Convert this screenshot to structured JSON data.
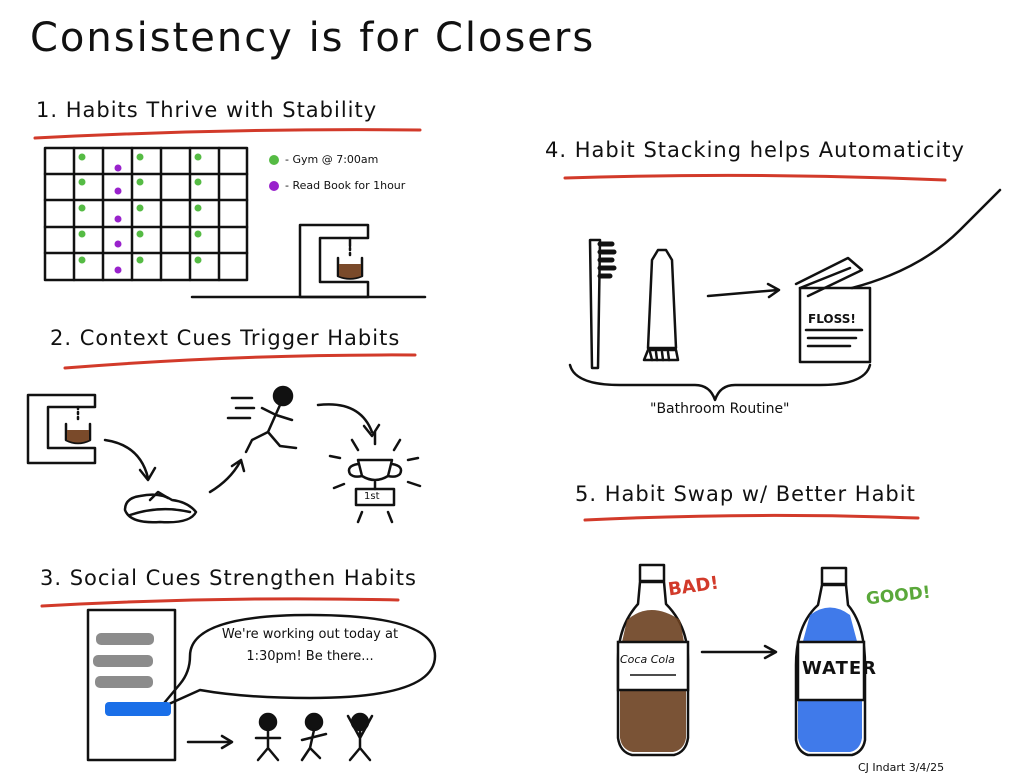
{
  "title": "Consistency is for Closers",
  "sections": {
    "s1": {
      "heading": "1. Habits Thrive with Stability",
      "legend": [
        {
          "label": "- Gym @ 7:00am",
          "color": "#55bb44"
        },
        {
          "label": "- Read Book for 1hour",
          "color": "#9922cc"
        }
      ],
      "calendar": {
        "rows": 5,
        "cols": 7
      }
    },
    "s2": {
      "heading": "2. Context Cues Trigger Habits",
      "trophy_label": "1st"
    },
    "s3": {
      "heading": "3. Social Cues Strengthen Habits",
      "bubble": "We're working out today at 1:30pm! Be there..."
    },
    "s4": {
      "heading": "4. Habit Stacking helps Automaticity",
      "floss_label": "FLOSS!",
      "brace_caption": "\"Bathroom Routine\""
    },
    "s5": {
      "heading": "5. Habit Swap w/ Better Habit",
      "bad_label": "BAD!",
      "good_label": "GOOD!",
      "bad_bottle_label": "Coca Cola",
      "good_bottle_label": "WATER"
    }
  },
  "signature": "CJ Indart 3/4/25",
  "colors": {
    "underline": "#d23a2a",
    "gym": "#55bb44",
    "read": "#9922cc",
    "coffee": "#7a4a2a",
    "soda": "#6b4020",
    "water": "#2b6be8",
    "bubble_gray": "#8c8c8c",
    "message_blue": "#1a6fe8",
    "good": "#5aa83a",
    "bad": "#d23a2a"
  }
}
